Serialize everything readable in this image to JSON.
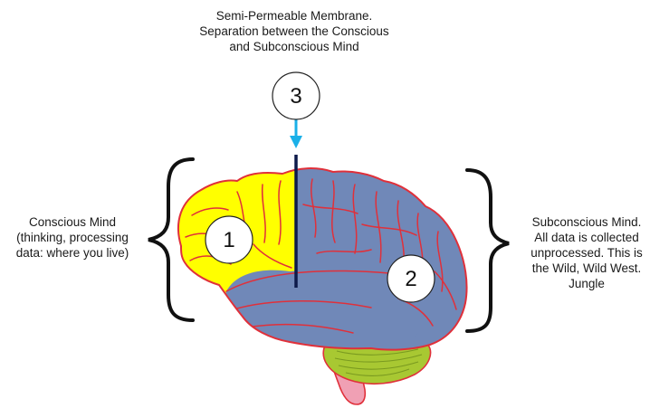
{
  "top_caption": {
    "lines": [
      "Semi-Permeable Membrane.",
      "Separation between the Conscious",
      "and Subconscious Mind"
    ]
  },
  "left_caption": {
    "lines": [
      "Conscious Mind",
      "(thinking, processing",
      "data: where you live)"
    ]
  },
  "right_caption": {
    "lines": [
      "Subconscious Mind.",
      "All data is collected",
      "unprocessed.  This is",
      "the Wild, Wild West.",
      "Jungle"
    ]
  },
  "markers": {
    "conscious": "1",
    "subconscious": "2",
    "membrane": "3"
  },
  "colors": {
    "conscious_region": "#ffff00",
    "subconscious_region": "#7088b8",
    "cerebellum": "#a8c832",
    "brainstem": "#f0a0b4",
    "sulci": "#e0303a",
    "membrane_line": "#0d1a4a",
    "arrow": "#1ab0e8",
    "braces": "#111111"
  }
}
